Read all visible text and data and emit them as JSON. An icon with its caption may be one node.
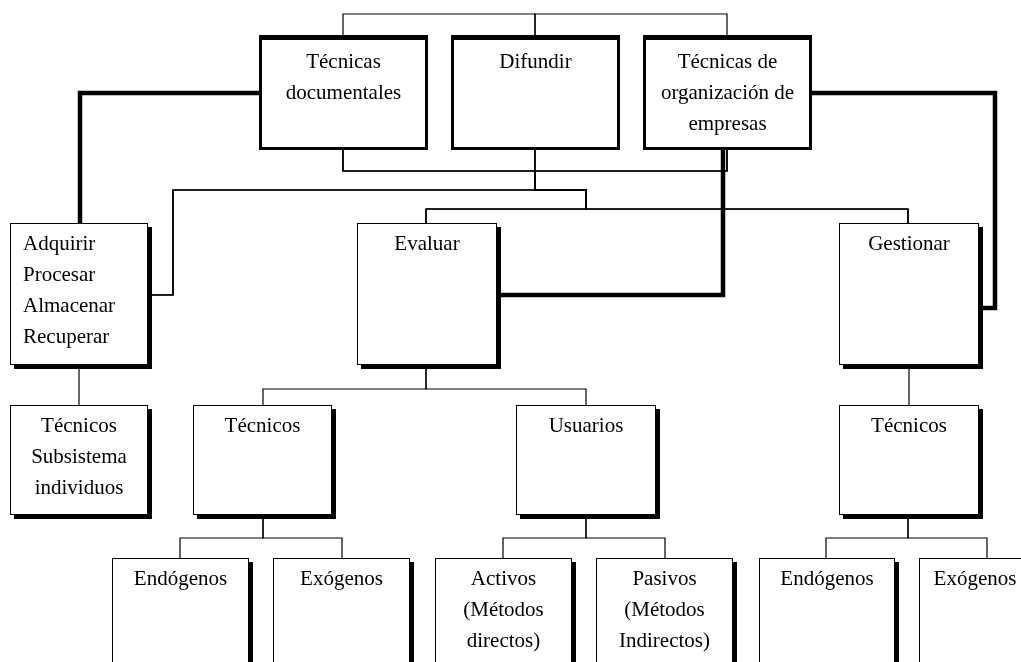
{
  "diagram": {
    "nodes": [
      {
        "text": [
          "Técnicas documentales"
        ]
      },
      {
        "text": [
          "Difundir"
        ]
      },
      {
        "text": [
          "Técnicas de organización de empresas"
        ]
      },
      {
        "text": [
          "Adquirir",
          "Procesar",
          "Almacenar",
          "Recuperar"
        ]
      },
      {
        "text": [
          "Evaluar"
        ]
      },
      {
        "text": [
          "Gestionar"
        ]
      },
      {
        "text": [
          "Técnicos Subsistema individuos"
        ]
      },
      {
        "text": [
          "Técnicos"
        ]
      },
      {
        "text": [
          "Usuarios"
        ]
      },
      {
        "text": [
          "Técnicos"
        ]
      },
      {
        "text": [
          "Endógenos"
        ]
      },
      {
        "text": [
          "Exógenos"
        ]
      },
      {
        "text": [
          "Activos (Métodos directos)"
        ]
      },
      {
        "text": [
          "Pasivos (Métodos Indirectos)"
        ]
      },
      {
        "text": [
          "Endógenos"
        ]
      },
      {
        "text": [
          "Exógenos"
        ]
      }
    ],
    "edges": [
      {
        "from": 0,
        "to": 1,
        "arrow": "none"
      },
      {
        "from": 1,
        "to": 2,
        "arrow": "none"
      },
      {
        "from": 0,
        "to": 3,
        "arrow": "none"
      },
      {
        "from": 0,
        "to": 4,
        "arrow": "none"
      },
      {
        "from": 0,
        "to": 5,
        "arrow": "none"
      },
      {
        "from": 1,
        "to": 3,
        "arrow": "none"
      },
      {
        "from": 1,
        "to": 4,
        "arrow": "none"
      },
      {
        "from": 1,
        "to": 5,
        "arrow": "none"
      },
      {
        "from": 2,
        "to": 3,
        "arrow": "none"
      },
      {
        "from": 2,
        "to": 4,
        "arrow": "none"
      },
      {
        "from": 2,
        "to": 5,
        "arrow": "none"
      },
      {
        "from": 0,
        "to": 3,
        "arrow": "none",
        "style": "thick"
      },
      {
        "from": 2,
        "to": 4,
        "arrow": "none",
        "style": "thick"
      },
      {
        "from": 2,
        "to": 5,
        "arrow": "none",
        "style": "thick"
      },
      {
        "from": 3,
        "to": 6,
        "arrow": "none"
      },
      {
        "from": 4,
        "to": 7,
        "arrow": "none"
      },
      {
        "from": 4,
        "to": 8,
        "arrow": "none"
      },
      {
        "from": 5,
        "to": 9,
        "arrow": "none"
      },
      {
        "from": 7,
        "to": 10,
        "arrow": "none"
      },
      {
        "from": 7,
        "to": 11,
        "arrow": "none"
      },
      {
        "from": 8,
        "to": 12,
        "arrow": "none"
      },
      {
        "from": 8,
        "to": 13,
        "arrow": "none"
      },
      {
        "from": 9,
        "to": 14,
        "arrow": "none"
      },
      {
        "from": 9,
        "to": 15,
        "arrow": "none"
      }
    ]
  }
}
